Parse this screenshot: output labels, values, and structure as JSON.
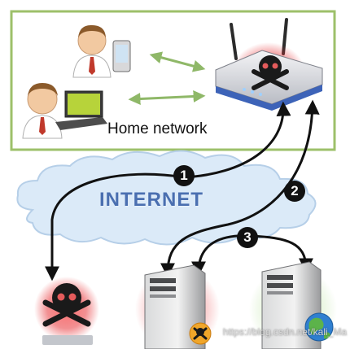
{
  "home_network": {
    "label": "Home network"
  },
  "internet": {
    "label": "INTERNET"
  },
  "steps": {
    "one": "1",
    "two": "2",
    "three": "3"
  },
  "watermark": {
    "text": "https://blog.csdn.net/kali_Ma"
  },
  "colors": {
    "home_border": "#9dc06a",
    "cloud_fill": "#dbeaf8",
    "internet_text": "#4a6fb0",
    "arrow": "#111111",
    "danger_glow": "#e8363a",
    "safe_glow": "#7cc24a"
  },
  "icons": [
    "user-phone-icon",
    "user-laptop-icon",
    "router-icon",
    "skull-icon",
    "server-icon",
    "globe-icon"
  ]
}
